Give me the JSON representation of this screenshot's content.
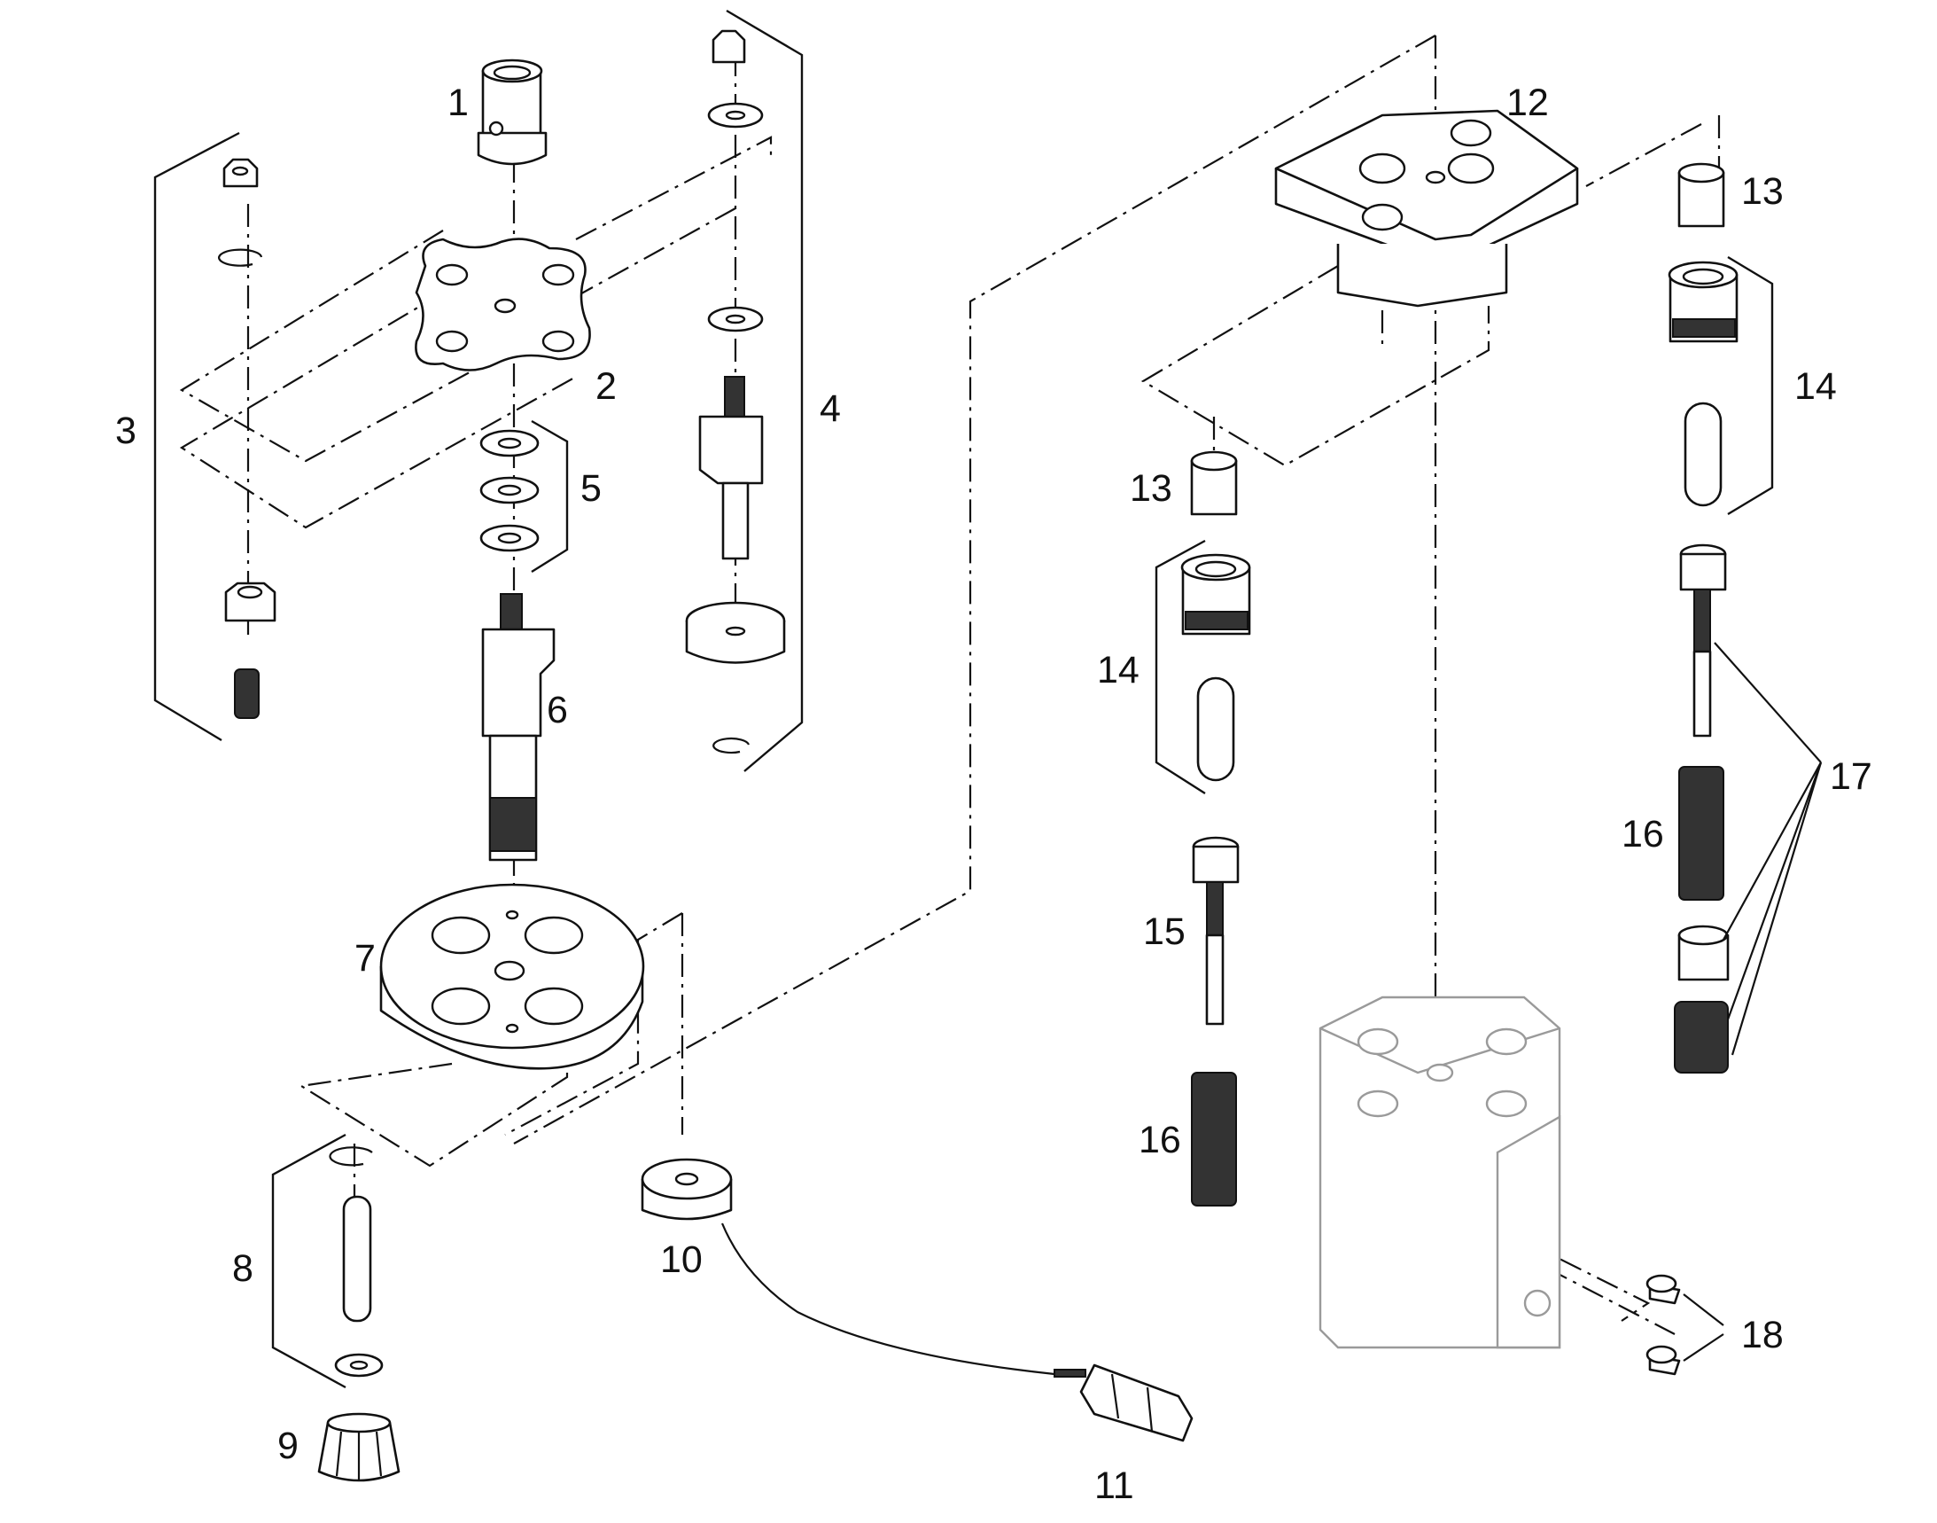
{
  "callouts": [
    {
      "id": "1",
      "text": "1"
    },
    {
      "id": "2",
      "text": "2"
    },
    {
      "id": "3",
      "text": "3"
    },
    {
      "id": "4",
      "text": "4"
    },
    {
      "id": "5",
      "text": "5"
    },
    {
      "id": "6",
      "text": "6"
    },
    {
      "id": "7",
      "text": "7"
    },
    {
      "id": "8",
      "text": "8"
    },
    {
      "id": "9",
      "text": "9"
    },
    {
      "id": "10",
      "text": "10"
    },
    {
      "id": "11",
      "text": "11"
    },
    {
      "id": "12",
      "text": "12"
    },
    {
      "id": "13a",
      "text": "13"
    },
    {
      "id": "13b",
      "text": "13"
    },
    {
      "id": "14a",
      "text": "14"
    },
    {
      "id": "14b",
      "text": "14"
    },
    {
      "id": "15",
      "text": "15"
    },
    {
      "id": "16a",
      "text": "16"
    },
    {
      "id": "16b",
      "text": "16"
    },
    {
      "id": "17",
      "text": "17"
    },
    {
      "id": "18",
      "text": "18"
    }
  ]
}
